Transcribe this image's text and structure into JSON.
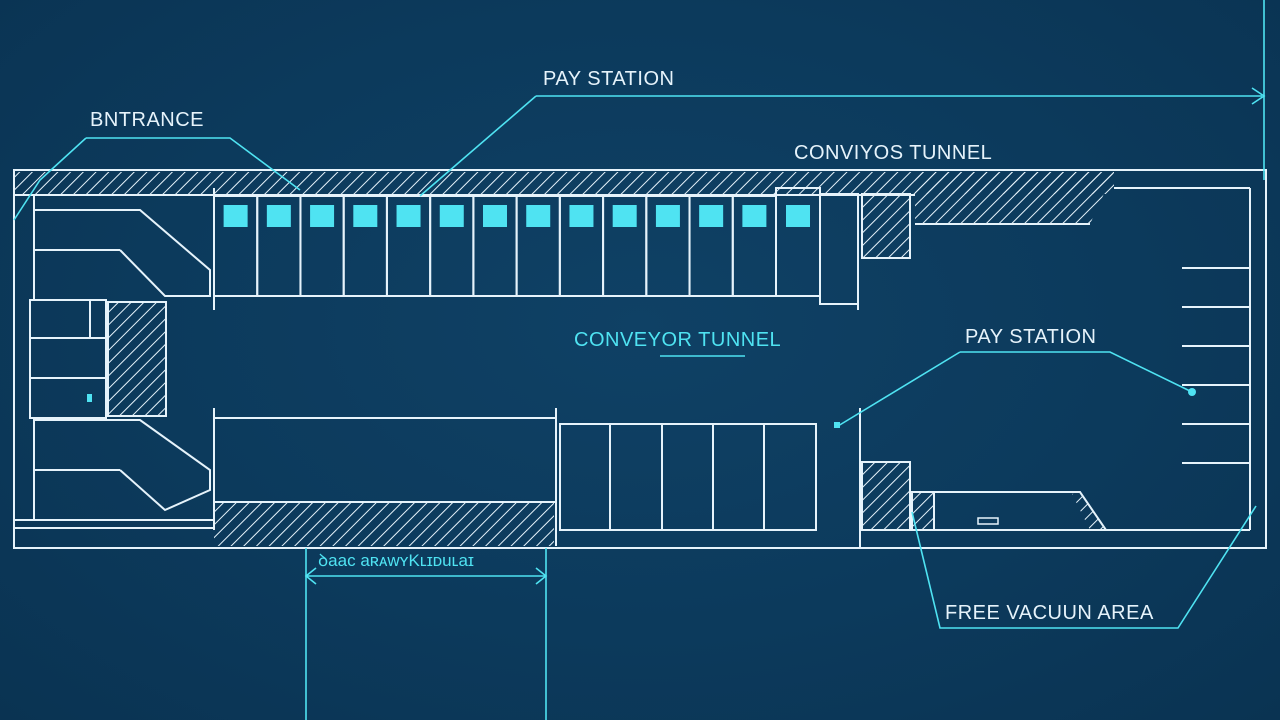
{
  "diagram": {
    "labels": {
      "entrance": "BNTRANCE",
      "pay_station_top": "PAY STATION",
      "conveyor_tunnel_top": "CONVIYOS TUNNEL",
      "conveyor_tunnel_center": "CONVEYOR TUNNEL",
      "pay_station_right": "PAY STATION",
      "free_vacuum_area": "FREE VACUUN AREA",
      "dimension": "ꝺaaᴄ aʀᴀwʏKʟɪᴅuʟaɪ"
    },
    "colors": {
      "background": "#0c3a5c",
      "line": "#e6f3fb",
      "accent": "#4fe3f2"
    }
  }
}
